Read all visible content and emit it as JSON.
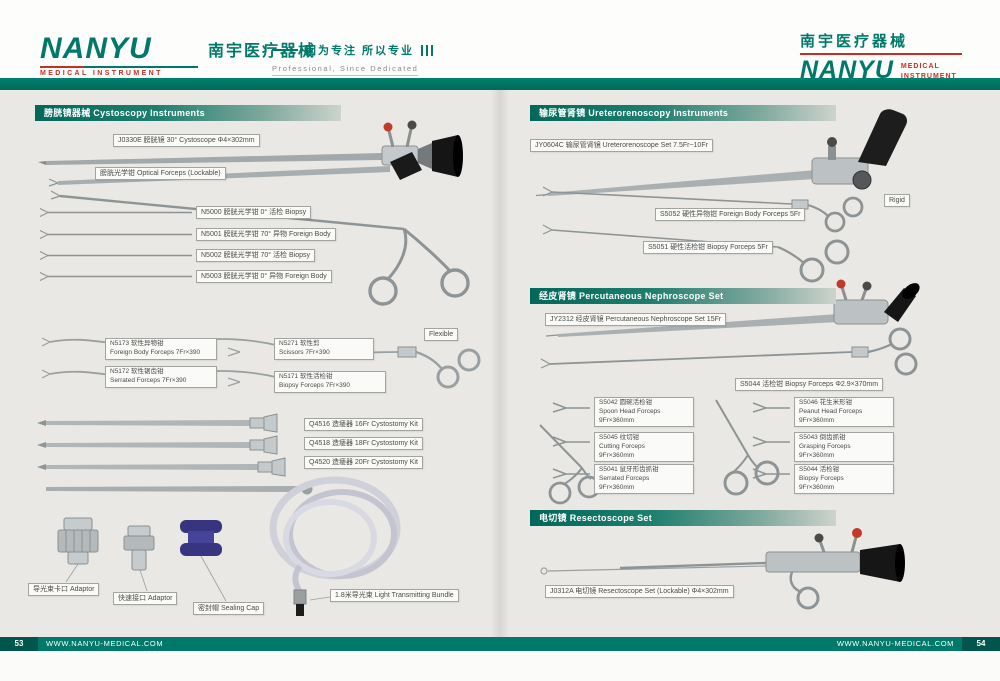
{
  "header": {
    "brand": "NANYU",
    "brand_cn": "南宇医疗器械",
    "brand_sub": "MEDICAL  INSTRUMENT",
    "tagline_cn": "因为专注  所以专业",
    "tagline_en": "Professional, Since Dedicated",
    "right_brand_cn": "南宇医疗器械",
    "right_brand": "NANYU",
    "right_sub1": "MEDICAL",
    "right_sub2": "INSTRUMENT"
  },
  "colors": {
    "teal": "#00796a",
    "teal_dark": "#00564c",
    "red": "#c62f24",
    "page_gray": "#e9e8e4"
  },
  "footer": {
    "left_page_no": "53",
    "left_url": "WWW.NANYU-MEDICAL.COM",
    "right_url": "WWW.NANYU-MEDICAL.COM",
    "right_page_no": "54"
  },
  "left_page": {
    "section_cysto": "膀胱镜器械  Cystoscopy Instruments",
    "labels": {
      "j0330e": "J0330E 膀胱镜 30°  Cystoscope  Φ4×302mm",
      "optical": "膀胱光学钳 Optical Forceps (Lockable)",
      "n5000": "N5000 膀胱光学钳  0°  活检 Biopsy",
      "n5001": "N5001 膀胱光学钳 70°  异物 Foreign Body",
      "n5002": "N5002 膀胱光学钳 70°  活检 Biopsy",
      "n5003": "N5003 膀胱光学钳  0°  异物 Foreign Body",
      "flexible": "Flexible",
      "n5173_l1": "N5173 软性异物钳",
      "n5173_l2": "Foreign Body Forceps 7Fr×390",
      "n5271_l1": "N5271 软性剪",
      "n5271_l2": "Scissors 7Fr×390",
      "n5172_l1": "N5172 软性锯齿钳",
      "n5172_l2": "Serrated Forceps 7Fr×390",
      "n5171_l1": "N5171 软性活检钳",
      "n5171_l2": "Biopsy Forceps 7Fr×390",
      "q4516": "Q4516 造瘘器 16Fr Cystostomy Kit",
      "q4518": "Q4518 造瘘器 18Fr Cystostomy Kit",
      "q4520": "Q4520 造瘘器 20Fr Cystostomy Kit",
      "adaptor_bayonet": "导光束卡口 Adaptor",
      "adaptor_quick": "快速接口 Adaptor",
      "sealing_cap": "密封帽 Sealing Cap",
      "light_bundle": "1.8米导光束  Light Transmitting Bundle"
    }
  },
  "right_page": {
    "section_uretero": "输尿管肾镜 Ureterorenoscopy Instruments",
    "section_nephro": "经皮肾镜 Percutaneous Nephroscope Set",
    "section_resecto": "电切镜  Resectoscope Set",
    "labels": {
      "jy0604c": "JY0604C 输尿管肾镜 Ureterorenoscope Set 7.5Fr~10Fr",
      "rigid": "Rigid",
      "s5052": "S5052 硬性异物钳 Foreign Body Forceps 5Fr",
      "s5051": "S5051 硬性活检钳 Biopsy Forceps 5Fr",
      "jy2312": "JY2312 经皮肾镜 Percutaneous Nephroscope Set 15Fr",
      "s5044_long": "S5044 活检钳 Biopsy Forceps Φ2.9×370mm",
      "s5042_l1": "S5042 圆碗活检钳",
      "s5042_l2": "Spoon Head Forceps",
      "s5042_l3": "9Fr×360mm",
      "s5046_l1": "S5046 花生米形钳",
      "s5046_l2": "Peanut Head Forceps",
      "s5046_l3": "9Fr×360mm",
      "s5045_l1": "S5045 纹切钳",
      "s5045_l2": "Cutting Forceps",
      "s5045_l3": "9Fr×360mm",
      "s5043_l1": "S5043 倒齿抓钳",
      "s5043_l2": "Grasping Forceps",
      "s5043_l3": "9Fr×360mm",
      "s5041_l1": "S5041 鼠牙形齿抓钳",
      "s5041_l2": "Serrated Forceps",
      "s5041_l3": "9Fr×360mm",
      "s5044g_l1": "S5044 活检钳",
      "s5044g_l2": "Biopsy Forceps",
      "s5044g_l3": "9Fr×360mm",
      "j0312a": "J0312A 电切镜 Resectoscope Set (Lockable)  Φ4×302mm"
    }
  }
}
